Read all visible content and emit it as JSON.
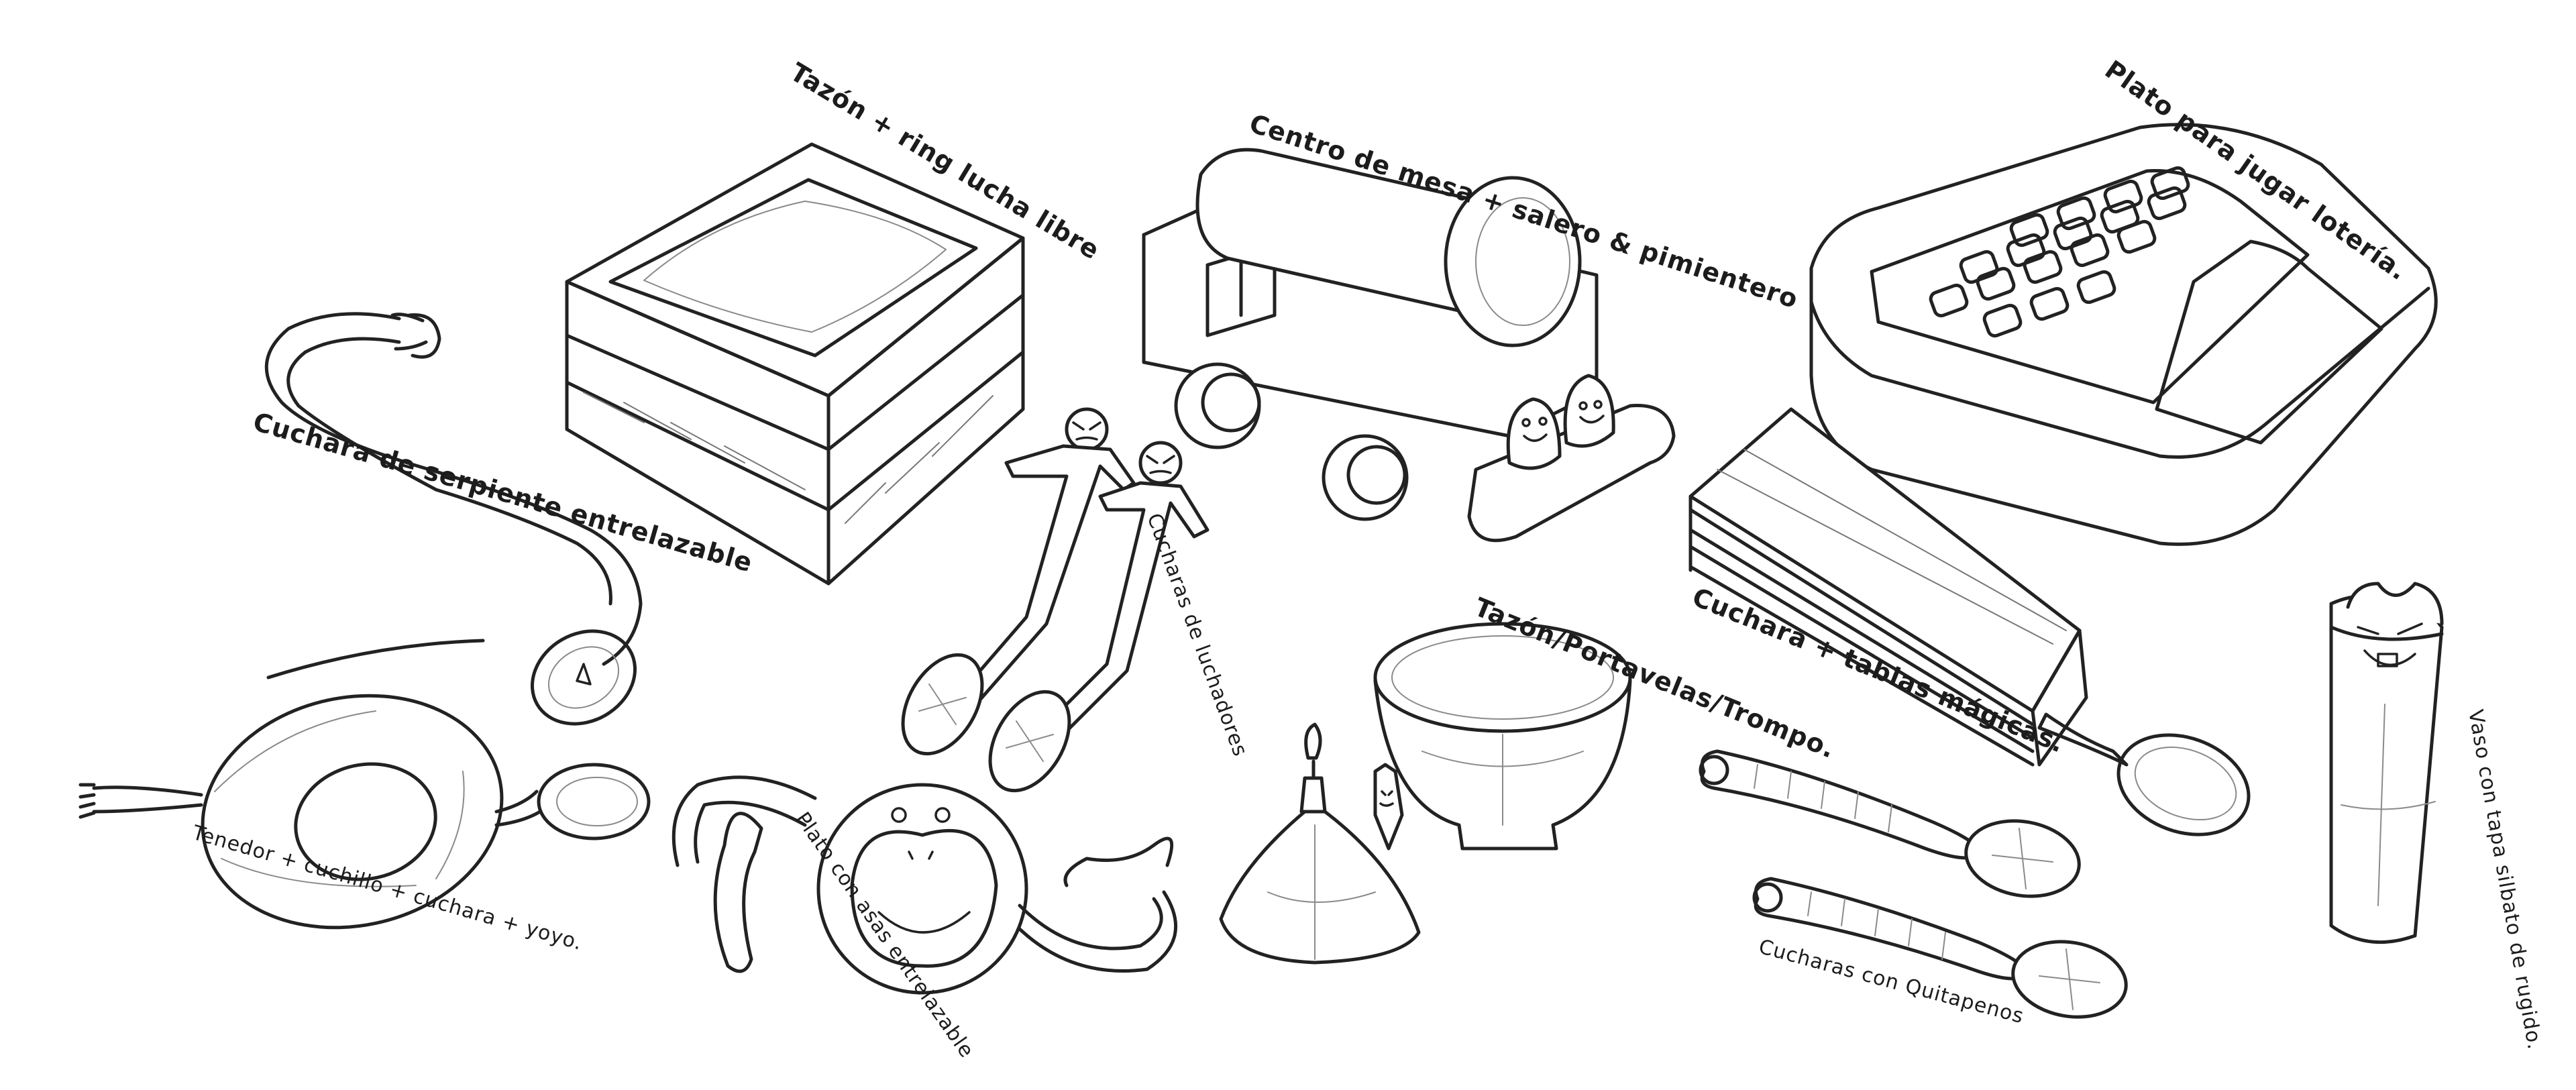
{
  "labels": {
    "bowl_ring": "Tazón + ring lucha libre",
    "centerpiece": "Centro de mesa + salero & pimientero",
    "lottery_plate": "Plato para jugar lotería.",
    "snake_spoon": "Cuchara de serpiente entrelazable",
    "wrestler_spoons": "Cucharas de luchadores",
    "candle_bowl": "Tazón/Portavelas/Trompo.",
    "magic_spoon": "Cuchara + tablas mágicas.",
    "glass": "Vaso con tapa silbato de rugido.",
    "yoyo_cutlery": "Tenedor + cuchillo + cuchara + yoyo.",
    "monkey_plate": "Plato con asas entrelazable",
    "pepper_spoons": "Cucharas con Quitapenos"
  },
  "colors": {
    "ink": "#222222",
    "paper": "#ffffff",
    "shading": "#8a8a8a"
  }
}
